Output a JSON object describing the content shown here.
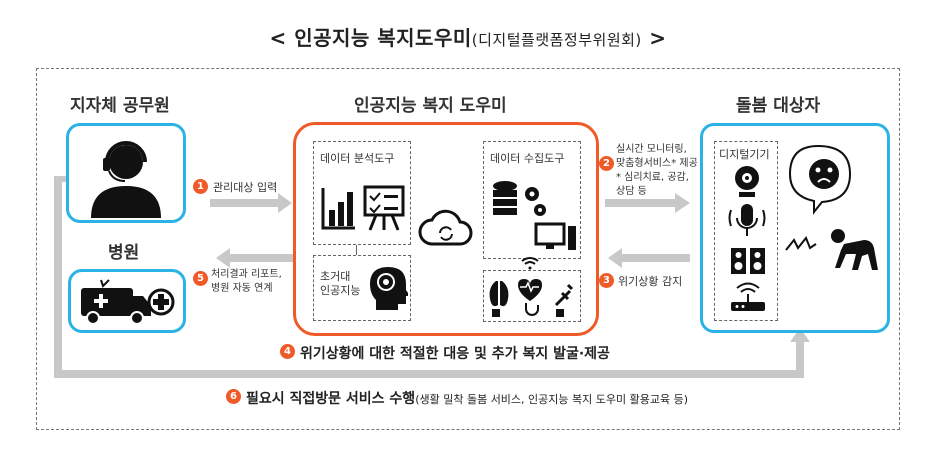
{
  "title": {
    "main": "< 인공지능 복지도우미",
    "sub": "(디지털플랫폼정부위원회)",
    "end": ">"
  },
  "left": {
    "officer_heading": "지자체 공무원",
    "hospital_heading": "병원"
  },
  "center": {
    "heading": "인공지능 복지 도우미",
    "analysis_label": "데이터 분석도구",
    "collection_label": "데이터 수집도구",
    "llm_label_1": "초거대",
    "llm_label_2": "인공지능"
  },
  "right": {
    "heading": "돌봄 대상자",
    "devices_label": "디지털기기"
  },
  "steps": {
    "s1": {
      "num": "1",
      "text": "관리대상 입력"
    },
    "s2": {
      "num": "2",
      "line1": "실시간 모니터링,",
      "line2": "맞춤형서비스* 제공",
      "line3": "* 심리치료, 공감,",
      "line4": "상담 등"
    },
    "s3": {
      "num": "3",
      "text": "위기상황 감지"
    },
    "s4": {
      "num": "4",
      "text": "위기상황에 대한 적절한 대응 및 추가 복지 발굴·제공"
    },
    "s5": {
      "num": "5",
      "line1": "처리결과 리포트,",
      "line2": "병원 자동 연계"
    },
    "s6": {
      "num": "6",
      "text": "필요시 직접방문 서비스 수행",
      "sub": "(생활 밀착 돌봄 서비스, 인공지능 복지 도우미 활용교육 등)"
    }
  },
  "icons": [
    "operator-headset-icon",
    "ambulance-icon",
    "medical-cross-icon",
    "bar-chart-icon",
    "presentation-board-icon",
    "cloud-sync-icon",
    "ai-head-icon",
    "database-gear-icon",
    "computer-icon",
    "wifi-icon",
    "health-sensor-icons",
    "webcam-icon",
    "microphone-icon",
    "speaker-icon",
    "router-icon",
    "distress-face-icon",
    "fallen-person-icon"
  ],
  "colors": {
    "blue": "#2bb2e6",
    "orange": "#ef5a28",
    "arrow": "#c8c8c8"
  }
}
